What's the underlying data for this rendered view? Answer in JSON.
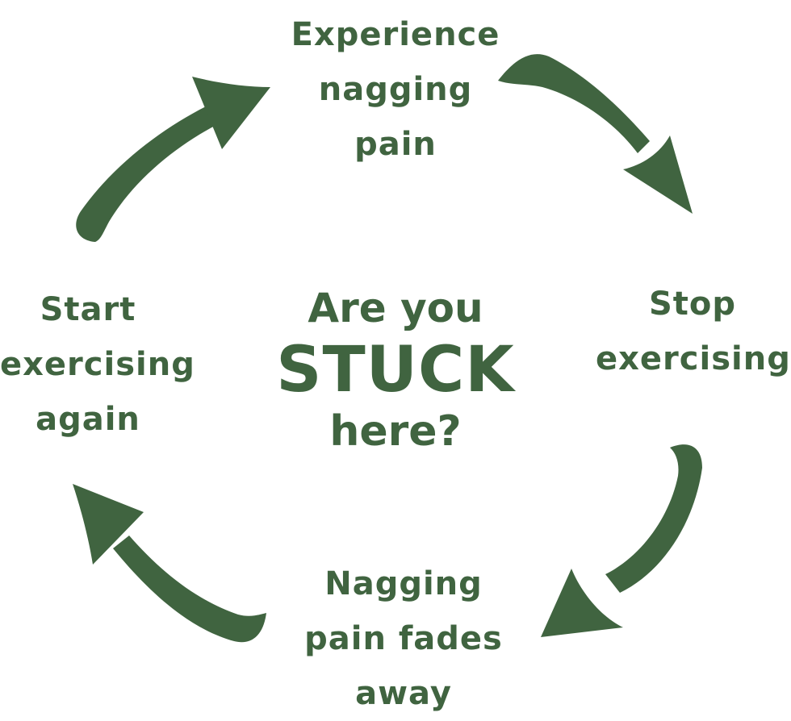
{
  "diagram": {
    "center": {
      "line1": "Are you",
      "line2": "STUCK",
      "line3": "here?"
    },
    "nodes": {
      "top": [
        "Experience",
        "nagging",
        "pain"
      ],
      "right": [
        "Stop",
        "exercising"
      ],
      "bottom": [
        "Nagging",
        "pain fades",
        "away"
      ],
      "left": [
        "Start",
        "exercising",
        "again"
      ]
    },
    "colors": {
      "primary": "#406440",
      "background": "#ffffff"
    },
    "arrow_direction": "clockwise"
  }
}
